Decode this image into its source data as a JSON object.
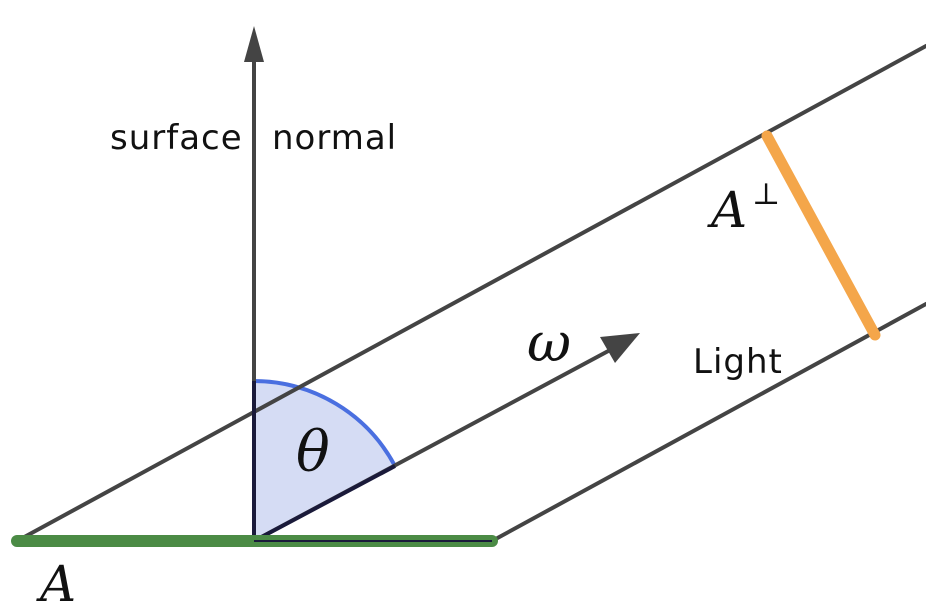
{
  "labels": {
    "surface": "surface",
    "normal": "normal",
    "omega": "ω",
    "light": "Light",
    "theta": "θ",
    "area": "A",
    "area_perp_base": "A",
    "area_perp_sup": "⊥"
  },
  "colors": {
    "line": "#444444",
    "arrow": "#444444",
    "area_fill": "#d5dcf4",
    "area_arc": "#4a6fe0",
    "area_edge": "#1a1a3a",
    "surface_segment": "#4b8b45",
    "perp_segment": "#f4a64a",
    "text": "#111111"
  }
}
